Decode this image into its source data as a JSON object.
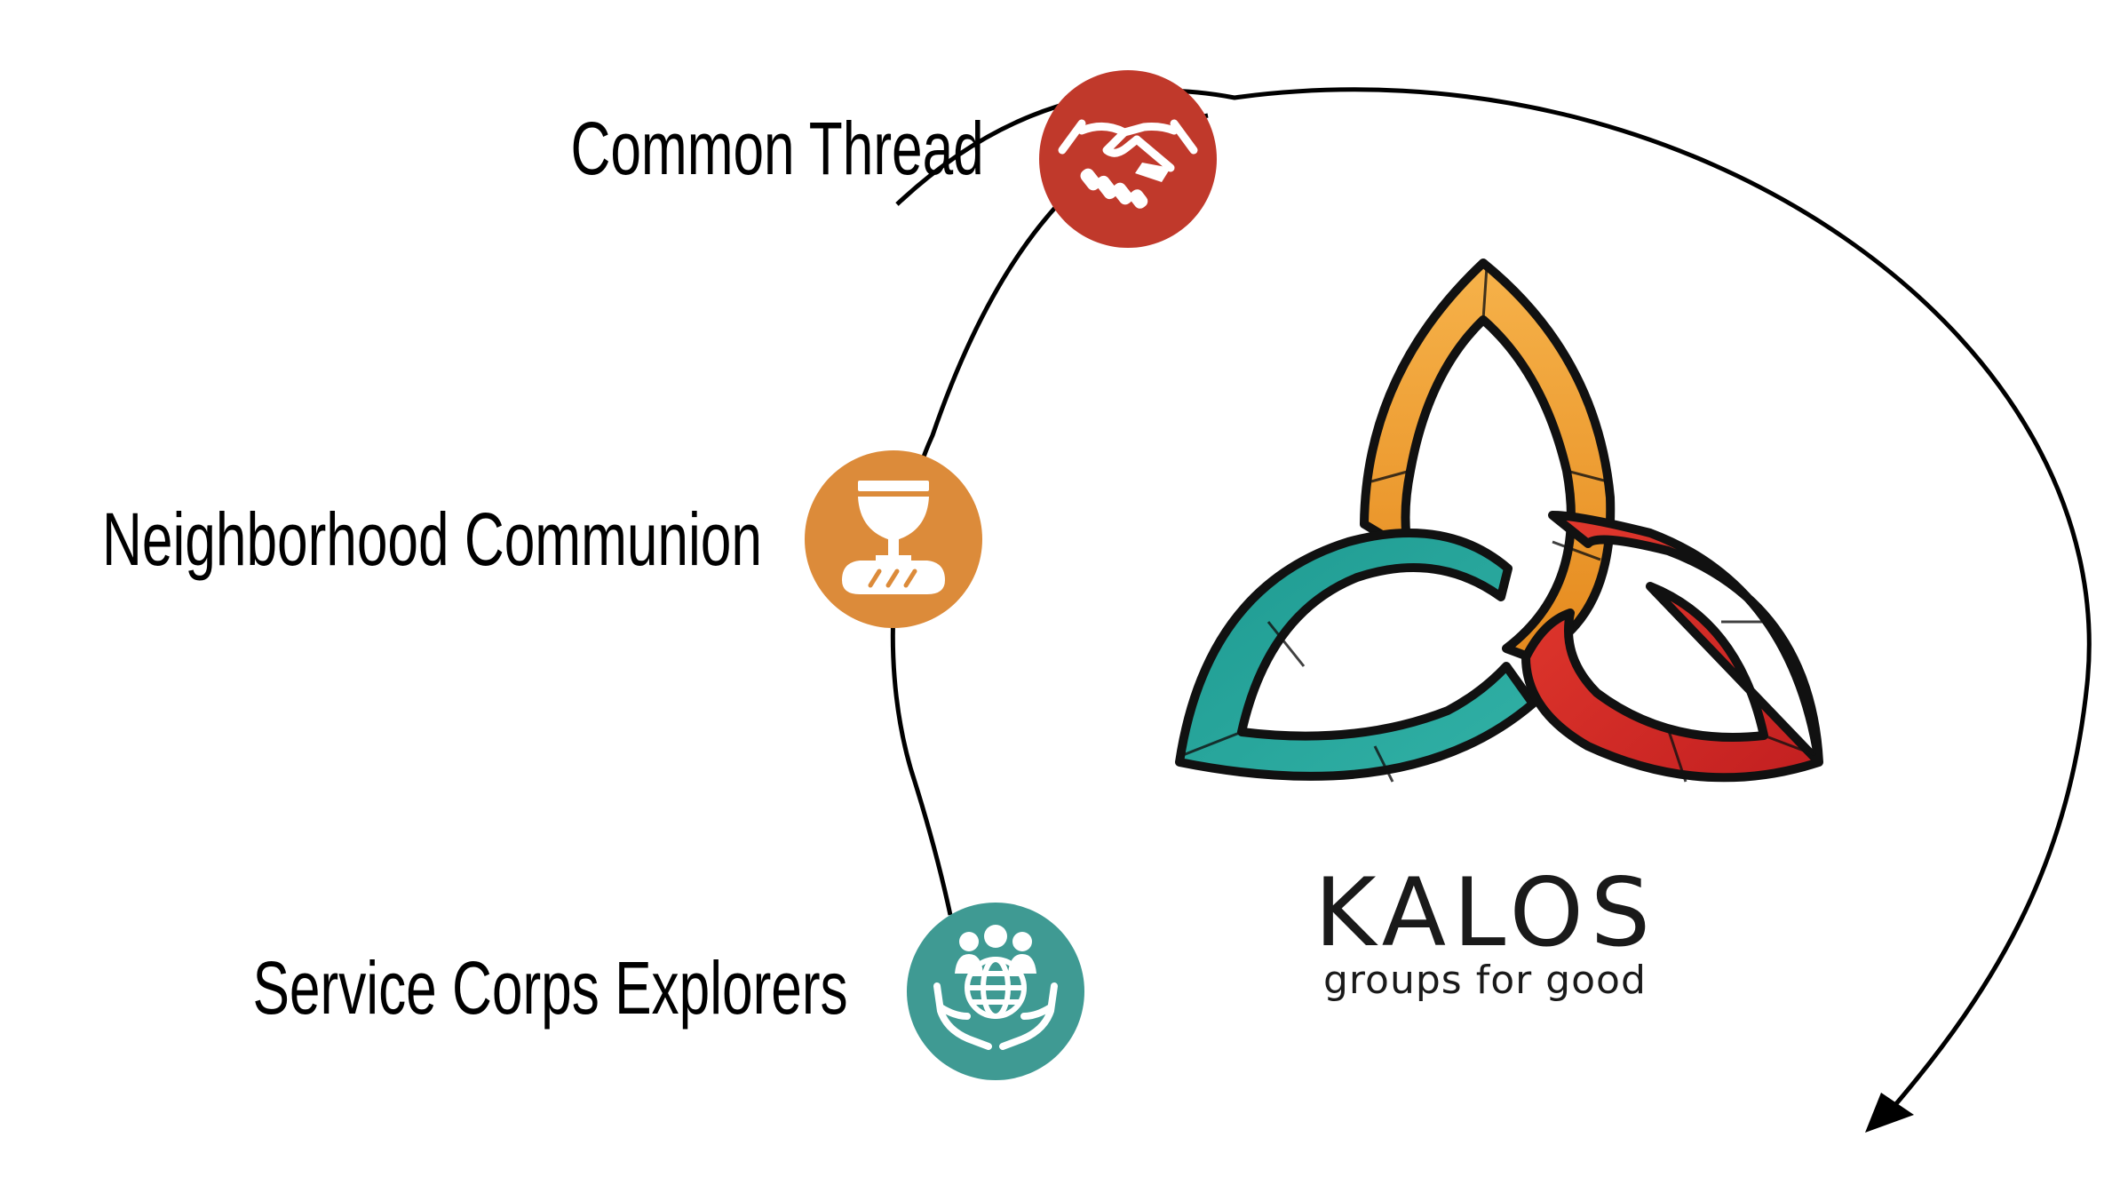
{
  "programs": [
    {
      "label": "Common Thread",
      "icon": "handshake-icon",
      "color": "#c0392b"
    },
    {
      "label": "Neighborhood Communion",
      "icon": "chalice-bread-icon",
      "color": "#dc8b3a"
    },
    {
      "label": "Service Corps Explorers",
      "icon": "hands-globe-people-icon",
      "color": "#3f9a93"
    }
  ],
  "brand": {
    "name": "KALOS",
    "tagline": "groups for good",
    "logo_icon": "triquetra-logo-icon",
    "colors": {
      "orange": "#f0a030",
      "teal": "#1f9a90",
      "red": "#d8282a"
    }
  },
  "arrow_icon": "curved-arrow-icon"
}
